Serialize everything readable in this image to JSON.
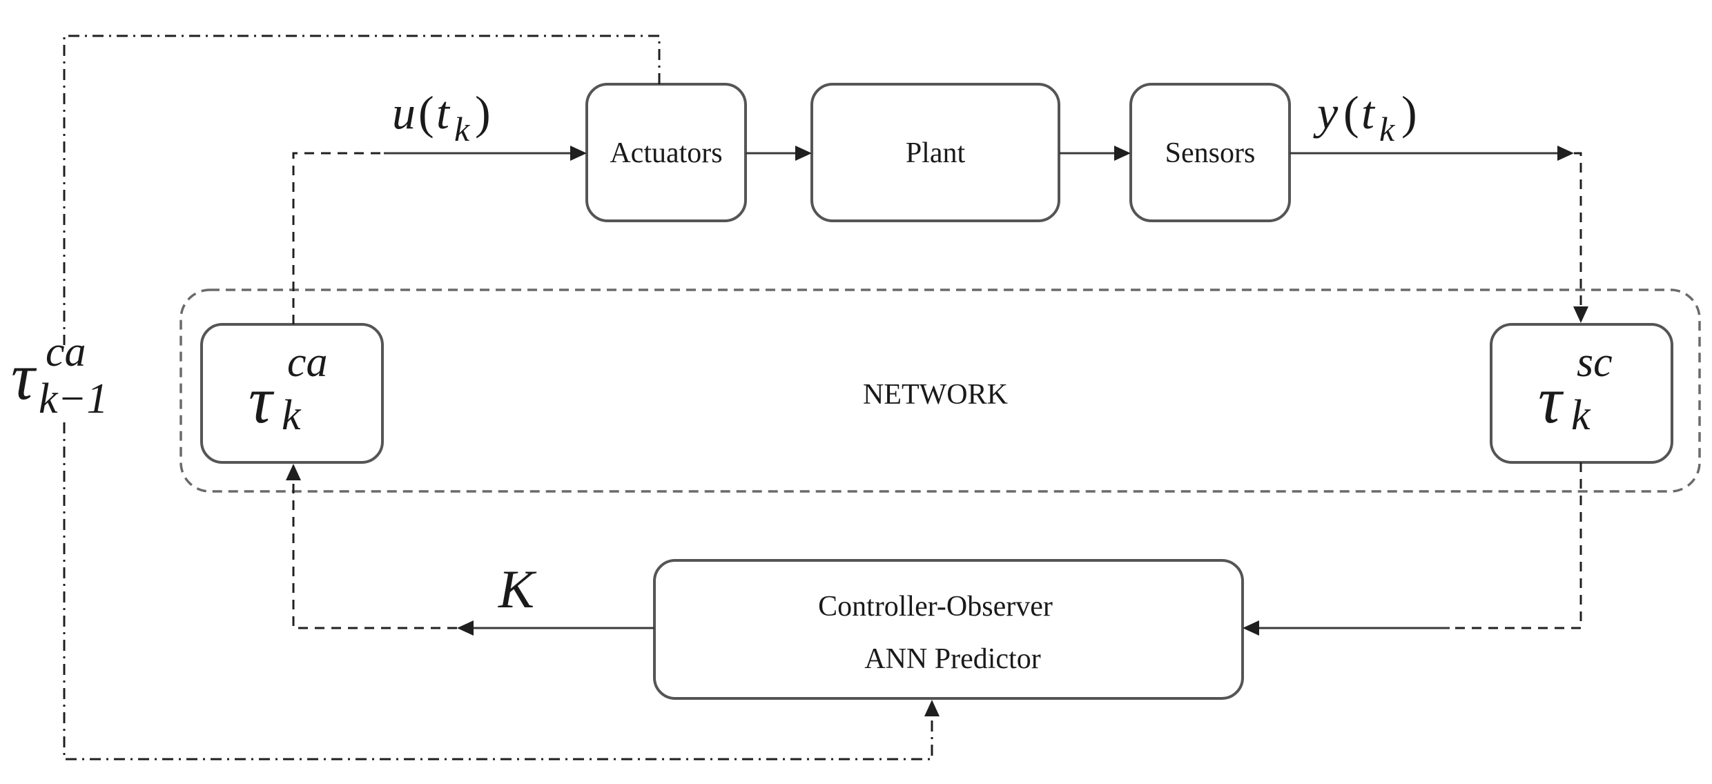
{
  "blocks": {
    "actuators": "Actuators",
    "plant": "Plant",
    "sensors": "Sensors",
    "network": "NETWORK",
    "controller_line1": "Controller-Observer",
    "controller_line2": "ANN Predictor"
  },
  "signals": {
    "u_main": "u",
    "u_paren_open": "(",
    "u_t": "t",
    "u_sub": "k",
    "u_paren_close": ")",
    "y_main": "y",
    "y_paren_open": "(",
    "y_t": "t",
    "y_sub": "k",
    "y_paren_close": ")",
    "gain": "K"
  },
  "delays": {
    "tau_ca_symbol": "τ",
    "tau_ca_sup": "ca",
    "tau_ca_sub": "k",
    "tau_sc_symbol": "τ",
    "tau_sc_sup": "sc",
    "tau_sc_sub": "k",
    "tau_prev_symbol": "τ",
    "tau_prev_sup": "ca",
    "tau_prev_sub": "k−1"
  },
  "colors": {
    "stroke": "#555555",
    "text": "#1a1a1a",
    "background": "#ffffff"
  }
}
